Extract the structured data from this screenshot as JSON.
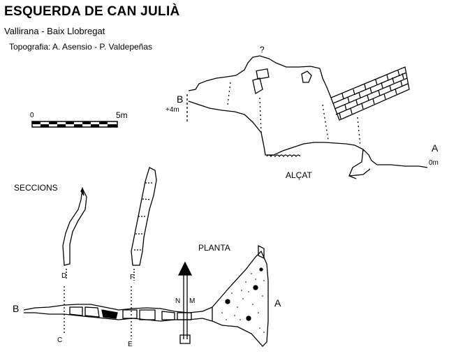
{
  "header": {
    "title": "ESQUERDA DE CAN JULIÀ",
    "location": "Vallirana - Baix Llobregat",
    "survey_credit": "Topografia:  A. Asensio - P. Valdepeñas"
  },
  "scale_bar": {
    "start_label": "0",
    "end_label": "5m"
  },
  "elevation": {
    "label": "ALÇAT",
    "point_b": "B",
    "point_b_height": "+4m",
    "point_a": "A",
    "point_a_height": "0m",
    "unknown_mark": "?"
  },
  "sections": {
    "label": "SECCIONS",
    "section_1_top": "D",
    "section_1_bottom": "C",
    "section_2_top": "F",
    "section_2_bottom": "E"
  },
  "plan": {
    "label": "PLANTA",
    "point_b": "B",
    "point_a": "A",
    "north_n": "N",
    "north_m": "M"
  }
}
